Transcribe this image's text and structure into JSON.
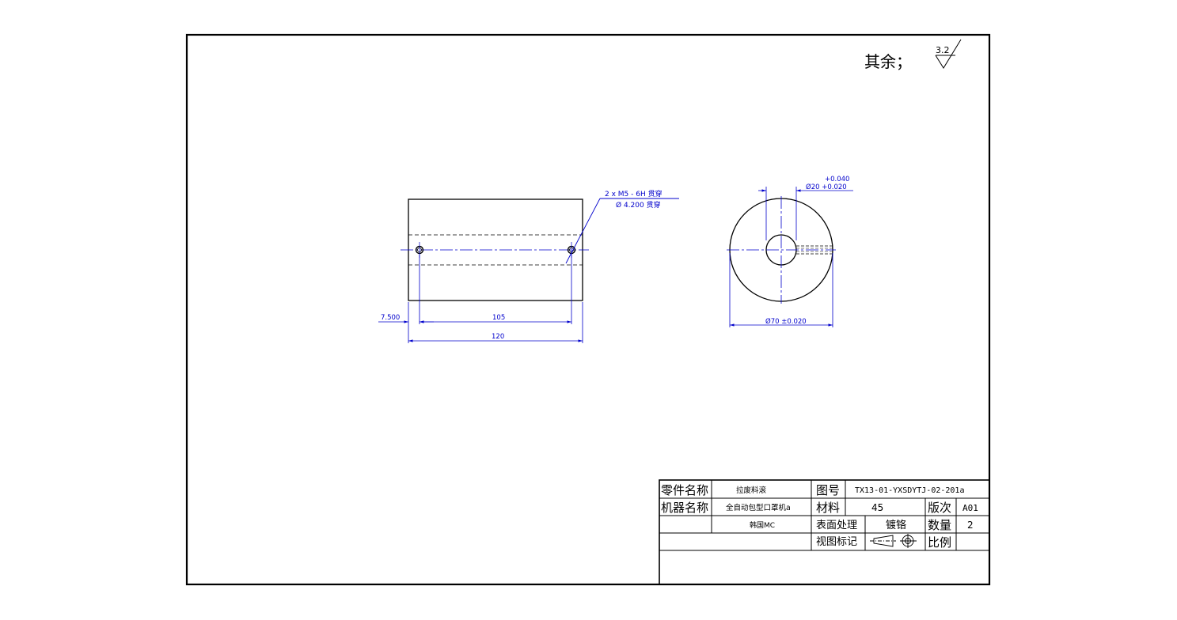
{
  "roughness": {
    "prefix": "其余；",
    "value": "3.2"
  },
  "side_view": {
    "hole_note_line1": "2 x  M5 - 6H 贯穿",
    "hole_note_line2": "Ø 4.200 贯穿",
    "dim_offset": "7.500",
    "dim_spacing": "105",
    "dim_length": "120"
  },
  "end_view": {
    "tol_upper": "+0.040",
    "dim_bore": "Ø20  +0.020",
    "dim_outer": "Ø70  ±0.020"
  },
  "title_block": {
    "part_name_label": "零件名称",
    "part_name": "拉废料滚",
    "drawing_no_label": "图号",
    "drawing_no": "TX13-01-YXSDYTJ-02-201a",
    "machine_name_label": "机器名称",
    "machine_name": "全自动包型口罩机a",
    "material_label": "材料",
    "material": "45",
    "revision_label": "版次",
    "revision": "A01",
    "company": "韩国MC",
    "surface_label": "表面处理",
    "surface": "镀铬",
    "quantity_label": "数量",
    "quantity": "2",
    "view_symbol_label": "视图标记",
    "scale_label": "比例",
    "scale": ""
  },
  "colors": {
    "geometry": "#000000",
    "dimension": "#0000cc"
  }
}
